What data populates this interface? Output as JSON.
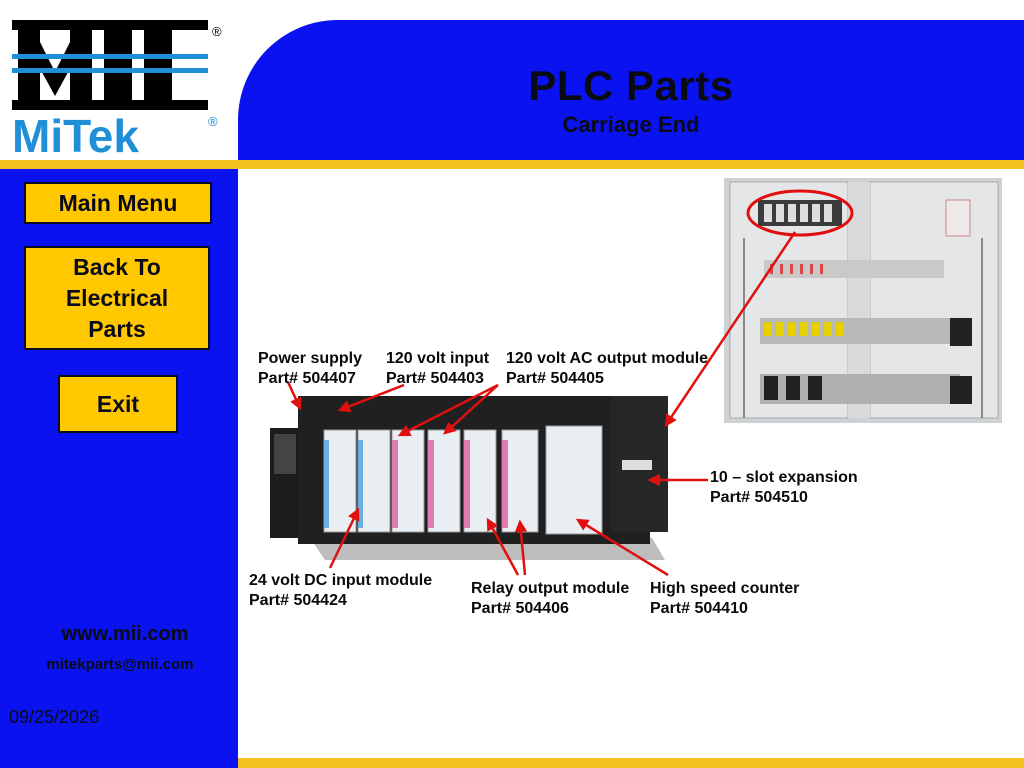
{
  "logo": {
    "top_text": "MII",
    "bottom_text": "MiTek",
    "registered_mark": "®",
    "colors": {
      "black": "#000000",
      "blue": "#1f8fd8"
    }
  },
  "header": {
    "title": "PLC Parts",
    "subtitle": "Carriage End"
  },
  "nav": {
    "main_menu": "Main Menu",
    "back_line1": "Back To",
    "back_line2": "Electrical",
    "back_line3": "Parts",
    "exit": "Exit"
  },
  "contact": {
    "website": "www.mii.com",
    "email": "mitekparts@mii.com",
    "date": "09/25/2026"
  },
  "parts": [
    {
      "name": "Power supply",
      "part": "Part# 504407"
    },
    {
      "name": "120 volt input",
      "part": "Part# 504403"
    },
    {
      "name": "120 volt AC output module",
      "part": "Part# 504405"
    },
    {
      "name": "10 – slot expansion",
      "part": "Part# 504510"
    },
    {
      "name": "24 volt DC input module",
      "part": "Part# 504424"
    },
    {
      "name": "Relay output module",
      "part": "Part# 504406"
    },
    {
      "name": "High speed counter",
      "part": "Part# 504410"
    }
  ],
  "colors": {
    "blue": "#0a12f0",
    "gold": "#f2c31f",
    "button": "#ffc800",
    "arrow": "#e01010"
  }
}
